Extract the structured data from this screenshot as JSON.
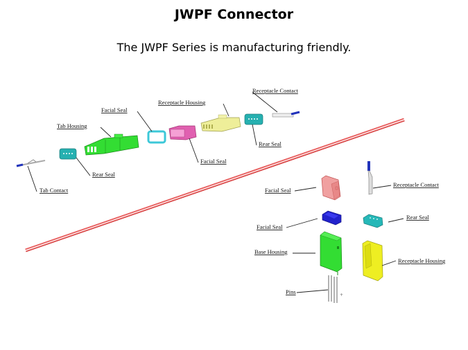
{
  "slide": {
    "title": "JWPF Connector",
    "subtitle": "The JWPF Series is manufacturing friendly."
  },
  "inline_assembly": {
    "labels": {
      "tab_contact": "Tab Contact",
      "rear_seal_left": "Rear Seal",
      "tab_housing": "Tab Housing",
      "facial_seal_top": "Facial Seal",
      "facial_seal_bottom": "Facial Seal",
      "receptacle_housing": "Receptacle Housing",
      "rear_seal_right": "Rear Seal",
      "receptacle_contact": "Receptacle Contact"
    }
  },
  "vertical_assembly": {
    "labels": {
      "facial_seal_pink": "Facial Seal",
      "facial_seal_blue": "Facial Seal",
      "base_housing": "Base Housing",
      "pins": "Pins",
      "receptacle_contact": "Receptacle Contact",
      "rear_seal": "Rear Seal",
      "receptacle_housing": "Receptacle Housing"
    }
  },
  "colors": {
    "green_housing": "#33dd33",
    "teal_seal": "#26b8b8",
    "cyan_seal": "#3cc8d8",
    "pink_seal": "#e060b0",
    "yellow_housing": "#eeee99",
    "salmon_seal": "#f0a0a0",
    "blue_seal": "#2222cc",
    "yellow_receptacle": "#eeee22",
    "divider_red": "#e05050"
  }
}
